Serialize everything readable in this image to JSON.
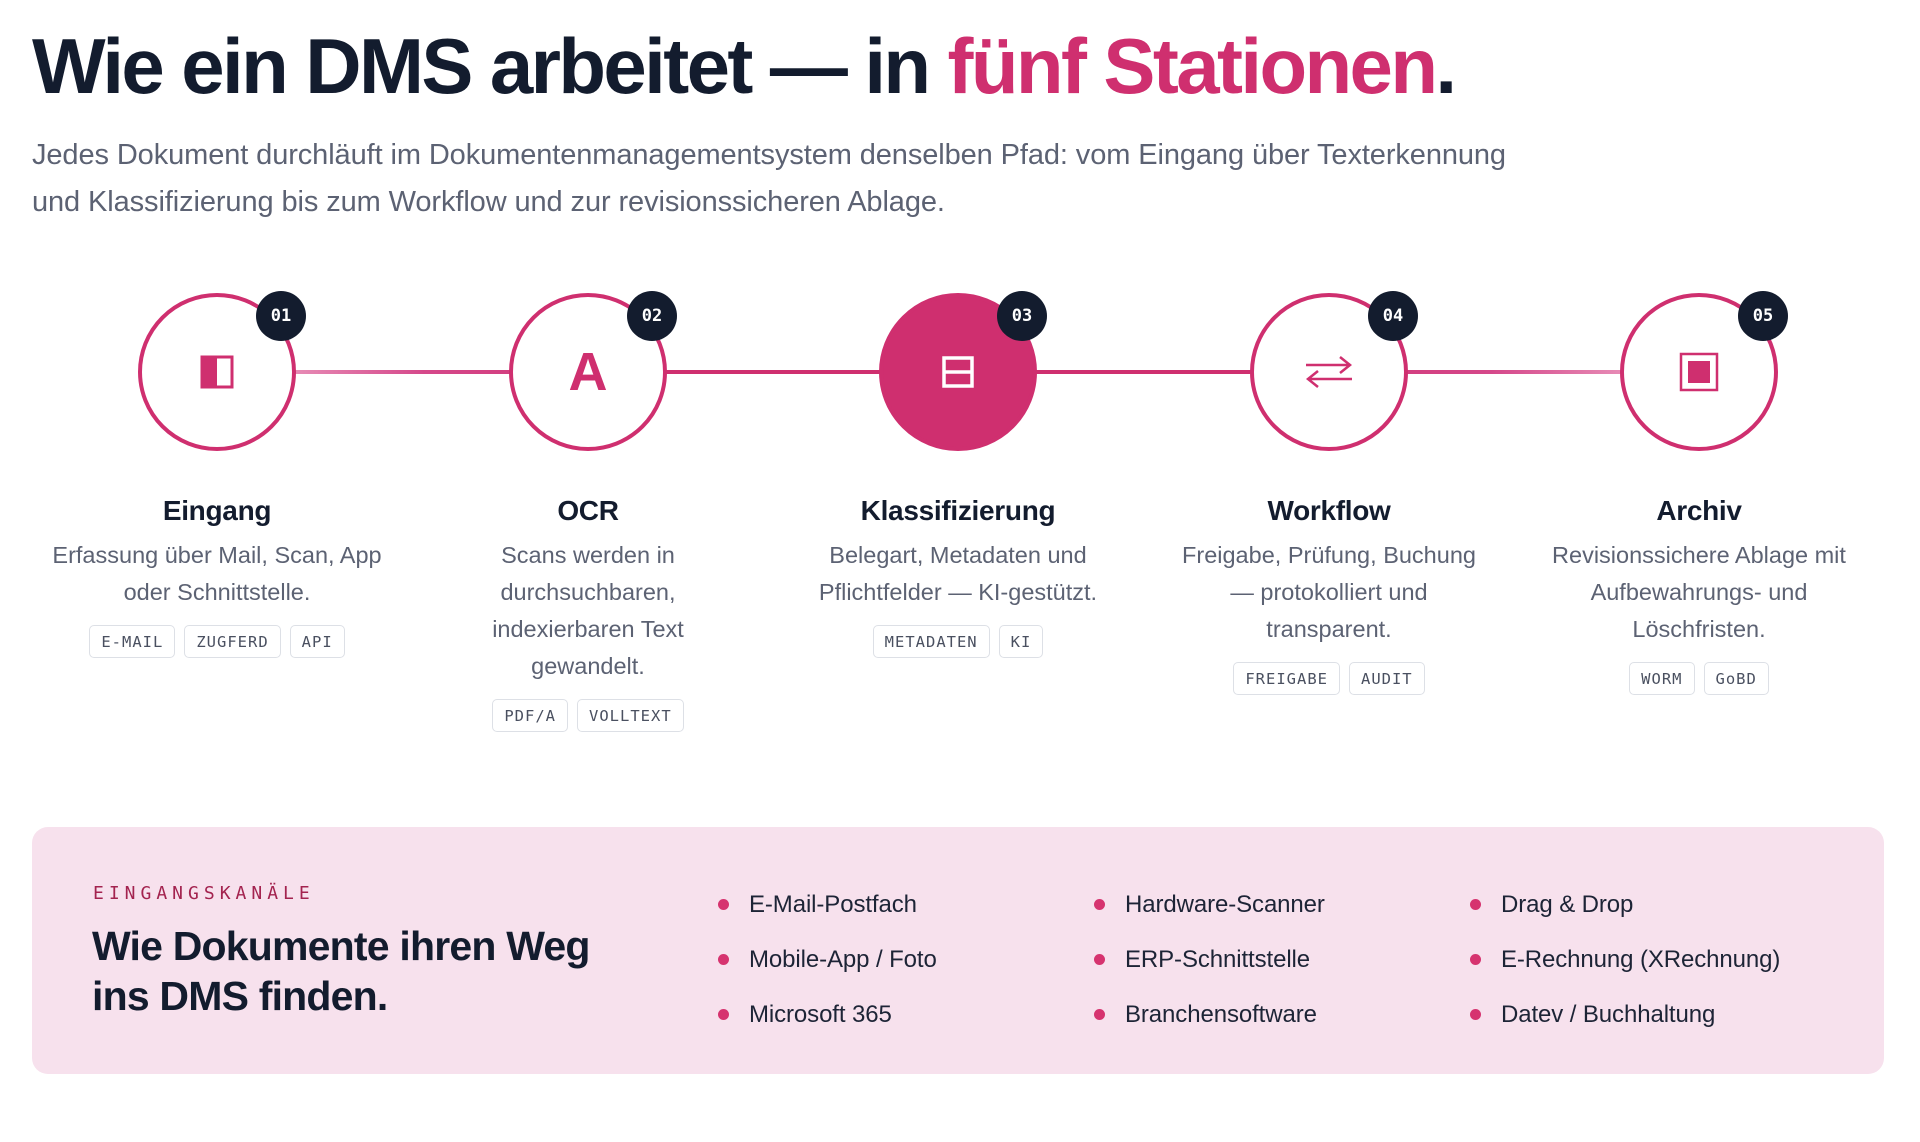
{
  "header": {
    "title_main": "Wie ein DMS arbeitet — in ",
    "title_accent": "fünf Stationen",
    "title_end": ".",
    "subtitle": "Jedes Dokument durchläuft im Dokumentenmanagementsystem denselben Pfad: vom Eingang über Texterkennung und Klassifizierung bis zum Workflow und zur revisionssicheren Ablage."
  },
  "colors": {
    "accent": "#cf2f6f",
    "dark": "#131c2e",
    "muted_text": "#5c6273",
    "panel_bg": "#f7e1ed",
    "eyebrow": "#a3234f"
  },
  "stations": [
    {
      "number": "01",
      "icon": "inbox-half-square-icon",
      "title": "Eingang",
      "description": "Erfassung über Mail, Scan, App oder Schnittstelle.",
      "tags": [
        "E-MAIL",
        "ZUGFERD",
        "API"
      ],
      "active": false
    },
    {
      "number": "02",
      "icon": "letter-a-icon",
      "icon_glyph": "A",
      "title": "OCR",
      "description": "Scans werden in durchsuchbaren, indexierbaren Text gewandelt.",
      "tags": [
        "PDF/A",
        "VOLLTEXT"
      ],
      "active": false
    },
    {
      "number": "03",
      "icon": "split-box-icon",
      "title": "Klassifizierung",
      "description": "Belegart, Metadaten und Pflichtfelder — KI-gestützt.",
      "tags": [
        "METADATEN",
        "KI"
      ],
      "active": true
    },
    {
      "number": "04",
      "icon": "swap-arrows-icon",
      "title": "Workflow",
      "description": "Freigabe, Prüfung, Buchung — protokolliert und transparent.",
      "tags": [
        "FREIGABE",
        "AUDIT"
      ],
      "active": false
    },
    {
      "number": "05",
      "icon": "archive-square-icon",
      "title": "Archiv",
      "description": "Revisionssichere Ablage mit Aufbewahrungs- und Löschfristen.",
      "tags": [
        "WORM",
        "GoBD"
      ],
      "active": false
    }
  ],
  "channels": {
    "eyebrow": "EINGANGSKANÄLE",
    "title": "Wie Dokumente ihren Weg ins DMS finden.",
    "columns": [
      [
        "E-Mail-Postfach",
        "Mobile-App / Foto",
        "Microsoft 365"
      ],
      [
        "Hardware-Scanner",
        "ERP-Schnittstelle",
        "Branchensoftware"
      ],
      [
        "Drag & Drop",
        "E-Rechnung (XRechnung)",
        "Datev / Buchhaltung"
      ]
    ]
  }
}
